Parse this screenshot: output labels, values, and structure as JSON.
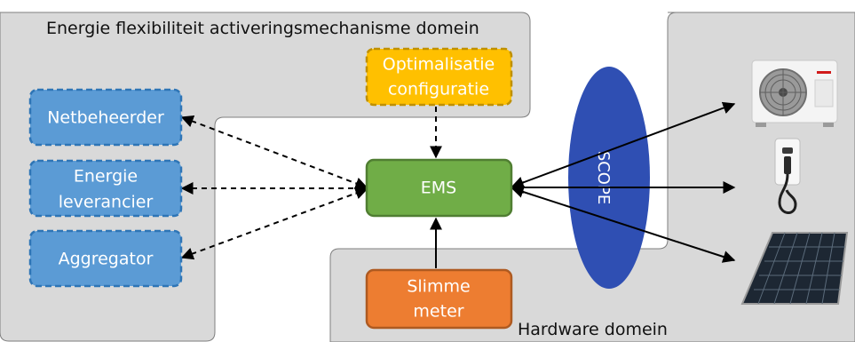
{
  "regions": {
    "energy_domain": {
      "title": "Energie flexibiliteit activeringsmechanisme domein"
    },
    "hardware_domain": {
      "title": "Hardware domein"
    }
  },
  "nodes": {
    "netbeheerder": {
      "label": "Netbeheerder"
    },
    "energie_leverancier": {
      "lines": [
        "Energie",
        "leverancier"
      ]
    },
    "aggregator": {
      "label": "Aggregator"
    },
    "optimalisatie": {
      "lines": [
        "Optimalisatie",
        "configuratie"
      ]
    },
    "ems": {
      "label": "EMS"
    },
    "slimme_meter": {
      "lines": [
        "Slimme",
        "meter"
      ]
    },
    "scope": {
      "label": "SCOPE"
    }
  },
  "devices": [
    "air-conditioner-icon",
    "ev-charger-icon",
    "solar-panel-icon"
  ],
  "colors": {
    "region_fill": "#d9d9d9",
    "region_stroke": "#7f7f7f",
    "actor_fill": "#5b9bd5",
    "actor_stroke": "#2e75b6",
    "config_fill": "#ffc000",
    "config_stroke": "#bf9000",
    "ems_fill": "#70ad47",
    "ems_stroke": "#507e32",
    "meter_fill": "#ed7d31",
    "meter_stroke": "#ae5a21",
    "scope_fill": "#2f4fb3"
  }
}
